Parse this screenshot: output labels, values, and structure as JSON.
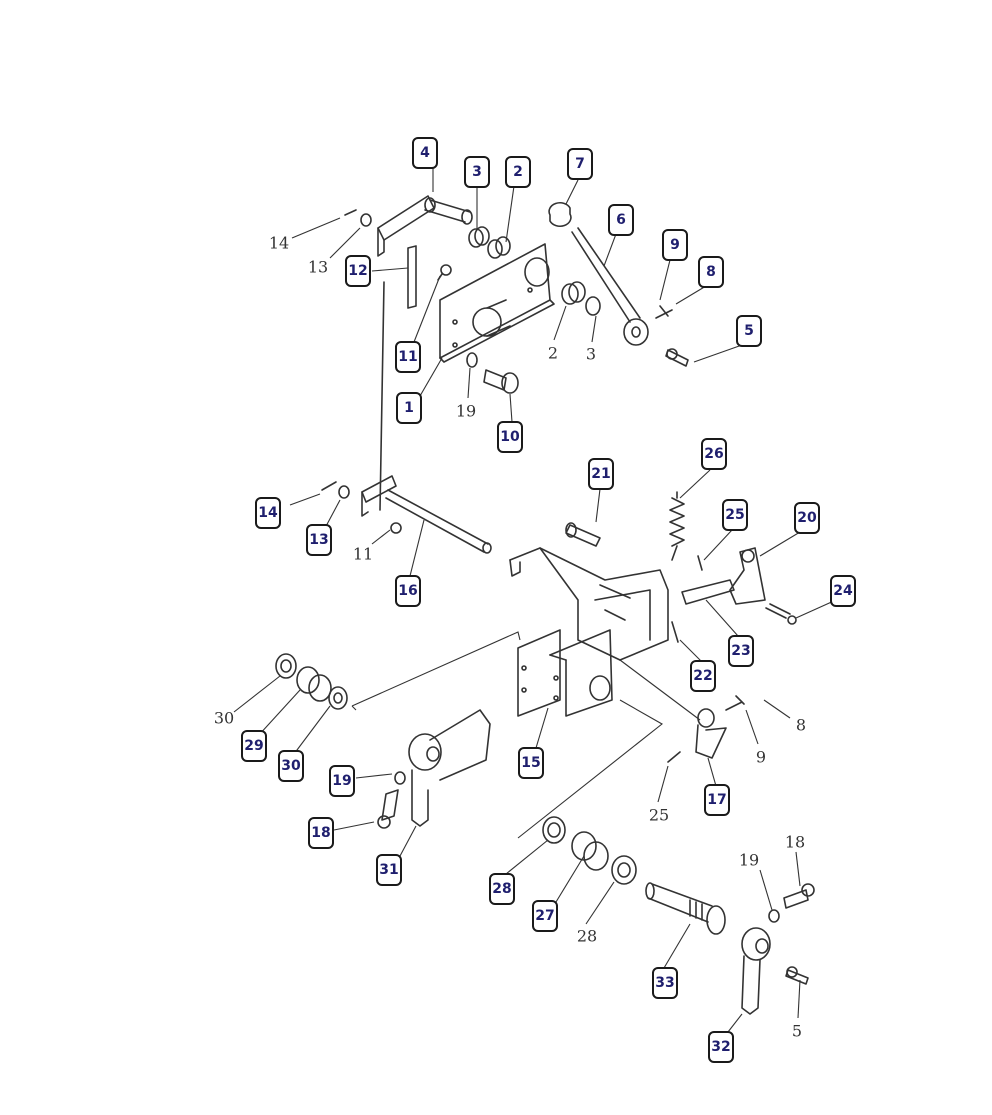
{
  "diagram": {
    "callouts": [
      {
        "id": "c4",
        "label": "4"
      },
      {
        "id": "c3a",
        "label": "3"
      },
      {
        "id": "c2a",
        "label": "2"
      },
      {
        "id": "c7",
        "label": "7"
      },
      {
        "id": "c6",
        "label": "6"
      },
      {
        "id": "c9a",
        "label": "9"
      },
      {
        "id": "c8a",
        "label": "8"
      },
      {
        "id": "c5a",
        "label": "5"
      },
      {
        "id": "c12",
        "label": "12"
      },
      {
        "id": "c11a",
        "label": "11"
      },
      {
        "id": "c1",
        "label": "1"
      },
      {
        "id": "c10",
        "label": "10"
      },
      {
        "id": "c21",
        "label": "21"
      },
      {
        "id": "c26",
        "label": "26"
      },
      {
        "id": "c25a",
        "label": "25"
      },
      {
        "id": "c20",
        "label": "20"
      },
      {
        "id": "c14b",
        "label": "14"
      },
      {
        "id": "c13b",
        "label": "13"
      },
      {
        "id": "c16",
        "label": "16"
      },
      {
        "id": "c24",
        "label": "24"
      },
      {
        "id": "c23",
        "label": "23"
      },
      {
        "id": "c22",
        "label": "22"
      },
      {
        "id": "c29",
        "label": "29"
      },
      {
        "id": "c30b",
        "label": "30"
      },
      {
        "id": "c19b",
        "label": "19"
      },
      {
        "id": "c15",
        "label": "15"
      },
      {
        "id": "c17",
        "label": "17"
      },
      {
        "id": "c18b",
        "label": "18"
      },
      {
        "id": "c31",
        "label": "31"
      },
      {
        "id": "c28b",
        "label": "28"
      },
      {
        "id": "c27",
        "label": "27"
      },
      {
        "id": "c33",
        "label": "33"
      },
      {
        "id": "c32",
        "label": "32"
      }
    ],
    "plain_labels": [
      {
        "id": "p14",
        "label": "14"
      },
      {
        "id": "p13",
        "label": "13"
      },
      {
        "id": "p2",
        "label": "2"
      },
      {
        "id": "p3",
        "label": "3"
      },
      {
        "id": "p19a",
        "label": "19"
      },
      {
        "id": "p11",
        "label": "11"
      },
      {
        "id": "p8",
        "label": "8"
      },
      {
        "id": "p9",
        "label": "9"
      },
      {
        "id": "p30",
        "label": "30"
      },
      {
        "id": "p25",
        "label": "25"
      },
      {
        "id": "p28",
        "label": "28"
      },
      {
        "id": "p19c",
        "label": "19"
      },
      {
        "id": "p18c",
        "label": "18"
      },
      {
        "id": "p5",
        "label": "5"
      }
    ]
  }
}
